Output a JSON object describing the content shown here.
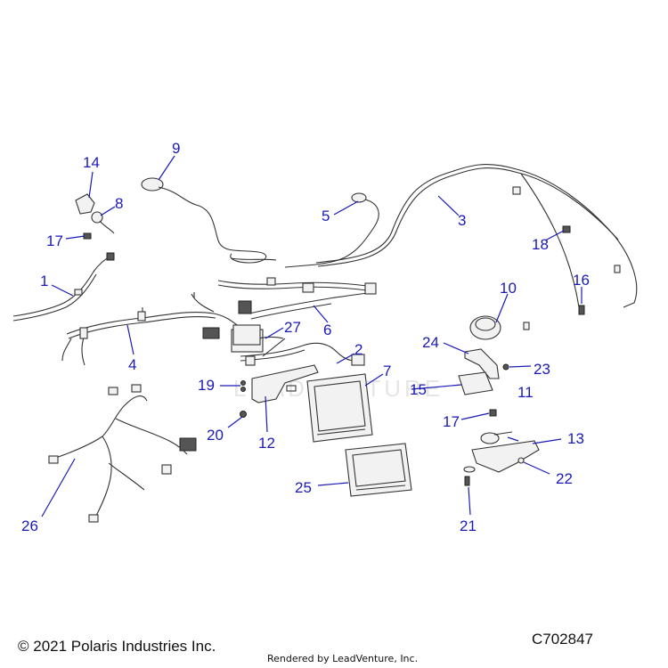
{
  "diagram": {
    "watermark": "LEADVENTURE",
    "callouts": [
      {
        "id": "1",
        "label": "1"
      },
      {
        "id": "2",
        "label": "2"
      },
      {
        "id": "3",
        "label": "3"
      },
      {
        "id": "4",
        "label": "4"
      },
      {
        "id": "5",
        "label": "5"
      },
      {
        "id": "6",
        "label": "6"
      },
      {
        "id": "7",
        "label": "7"
      },
      {
        "id": "8",
        "label": "8"
      },
      {
        "id": "9",
        "label": "9"
      },
      {
        "id": "10",
        "label": "10"
      },
      {
        "id": "11",
        "label": "11"
      },
      {
        "id": "12",
        "label": "12"
      },
      {
        "id": "13",
        "label": "13"
      },
      {
        "id": "14",
        "label": "14"
      },
      {
        "id": "15",
        "label": "15"
      },
      {
        "id": "16",
        "label": "16"
      },
      {
        "id": "17a",
        "label": "17"
      },
      {
        "id": "17b",
        "label": "17"
      },
      {
        "id": "18",
        "label": "18"
      },
      {
        "id": "19",
        "label": "19"
      },
      {
        "id": "20",
        "label": "20"
      },
      {
        "id": "21",
        "label": "21"
      },
      {
        "id": "22",
        "label": "22"
      },
      {
        "id": "23",
        "label": "23"
      },
      {
        "id": "24",
        "label": "24"
      },
      {
        "id": "25",
        "label": "25"
      },
      {
        "id": "26",
        "label": "26"
      },
      {
        "id": "27",
        "label": "27"
      }
    ]
  },
  "footer": {
    "copyright": "© 2021 Polaris Industries Inc.",
    "rendered_by": "Rendered by LeadVenture, Inc.",
    "diagram_code": "C702847"
  },
  "colors": {
    "callout": "#1a1ab8",
    "line": "#333333"
  }
}
